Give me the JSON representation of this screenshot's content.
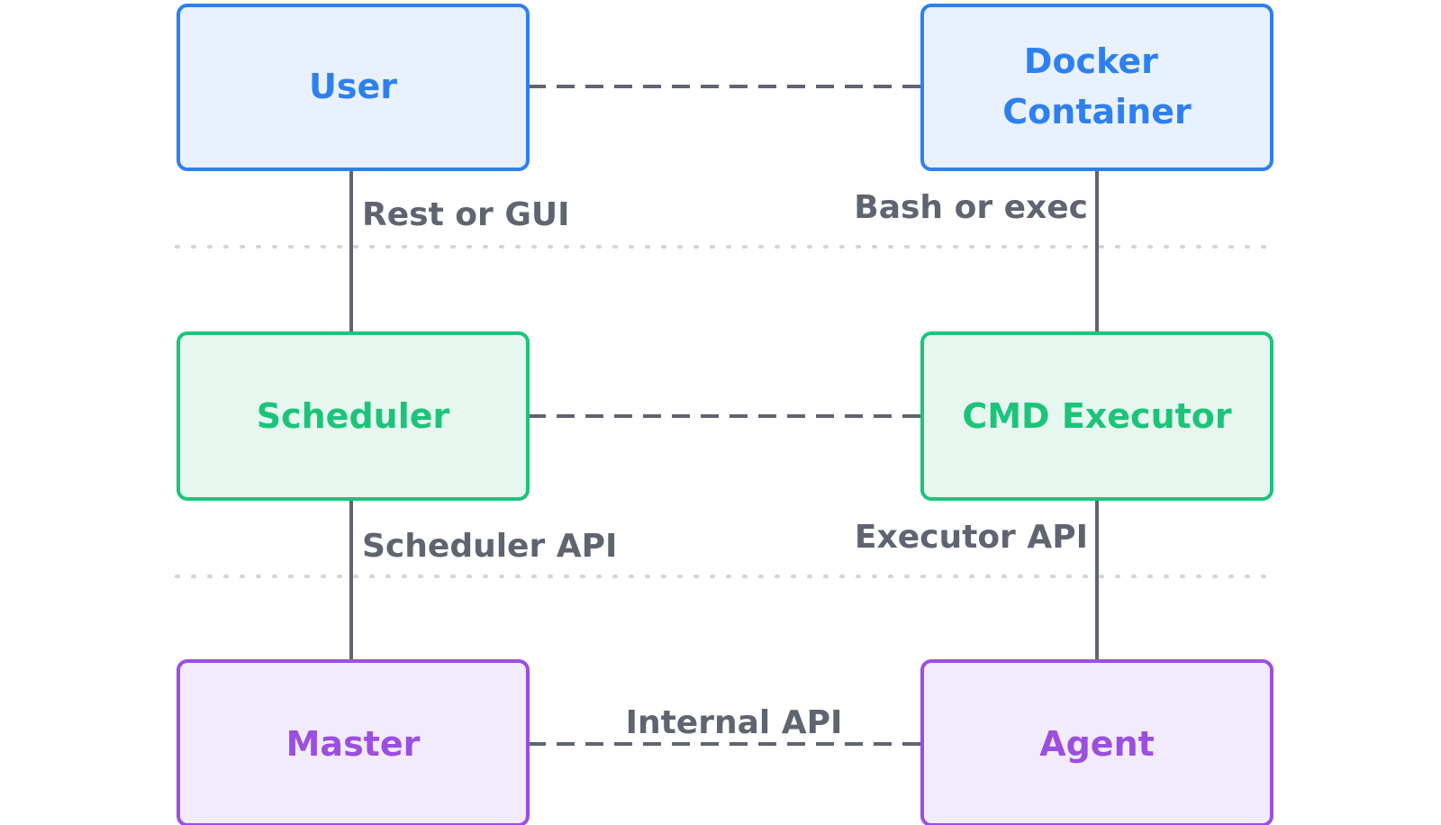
{
  "nodes": {
    "user": {
      "label": [
        "User"
      ],
      "stroke": "#2e80f0",
      "fill": "#e8f1fd",
      "text": "#2e80f0"
    },
    "docker": {
      "label": [
        "Docker",
        "Container"
      ],
      "stroke": "#2e80f0",
      "fill": "#e8f1fd",
      "text": "#2e80f0"
    },
    "scheduler": {
      "label": [
        "Scheduler"
      ],
      "stroke": "#1cc47a",
      "fill": "#e6f7ef",
      "text": "#1cc47a"
    },
    "executor": {
      "label": [
        "CMD Executor"
      ],
      "stroke": "#1cc47a",
      "fill": "#e6f7ef",
      "text": "#1cc47a"
    },
    "master": {
      "label": [
        "Master"
      ],
      "stroke": "#9b4fe0",
      "fill": "#f2ebfb",
      "text": "#9b4fe0"
    },
    "agent": {
      "label": [
        "Agent"
      ],
      "stroke": "#9b4fe0",
      "fill": "#f2ebfb",
      "text": "#9b4fe0"
    }
  },
  "edges": {
    "rest_or_gui": "Rest or GUI",
    "bash_or_exec": "Bash or exec",
    "scheduler_api": "Scheduler API",
    "executor_api": "Executor API",
    "internal_api": "Internal API"
  }
}
